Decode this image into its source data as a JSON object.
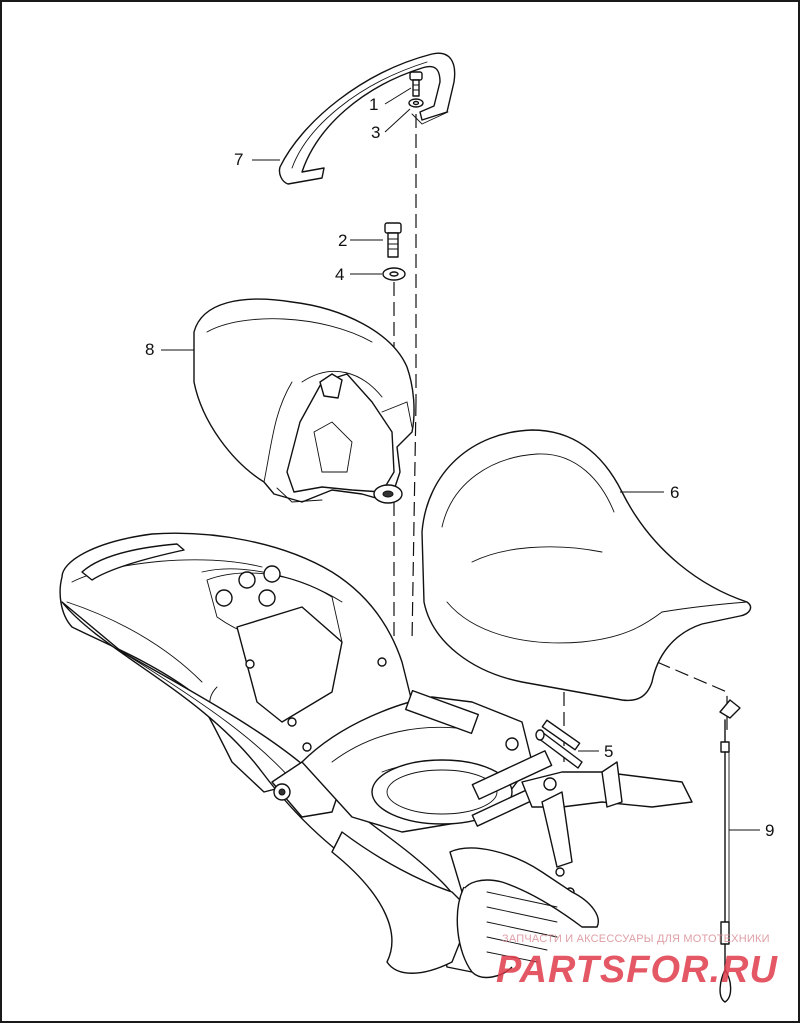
{
  "callouts": [
    {
      "id": "1",
      "label": "1"
    },
    {
      "id": "2",
      "label": "2"
    },
    {
      "id": "3",
      "label": "3"
    },
    {
      "id": "4",
      "label": "4"
    },
    {
      "id": "5",
      "label": "5"
    },
    {
      "id": "6",
      "label": "6"
    },
    {
      "id": "7",
      "label": "7"
    },
    {
      "id": "8",
      "label": "8"
    },
    {
      "id": "9",
      "label": "9"
    }
  ],
  "watermark": {
    "tagline": "ЗАПЧАСТИ И АКСЕССУАРЫ ДЛЯ МОТОТЕХНИКИ",
    "brand": "PARTSFOR.RU"
  },
  "colors": {
    "line": "#111111",
    "background": "#ffffff",
    "watermark": "#e03a4a"
  }
}
